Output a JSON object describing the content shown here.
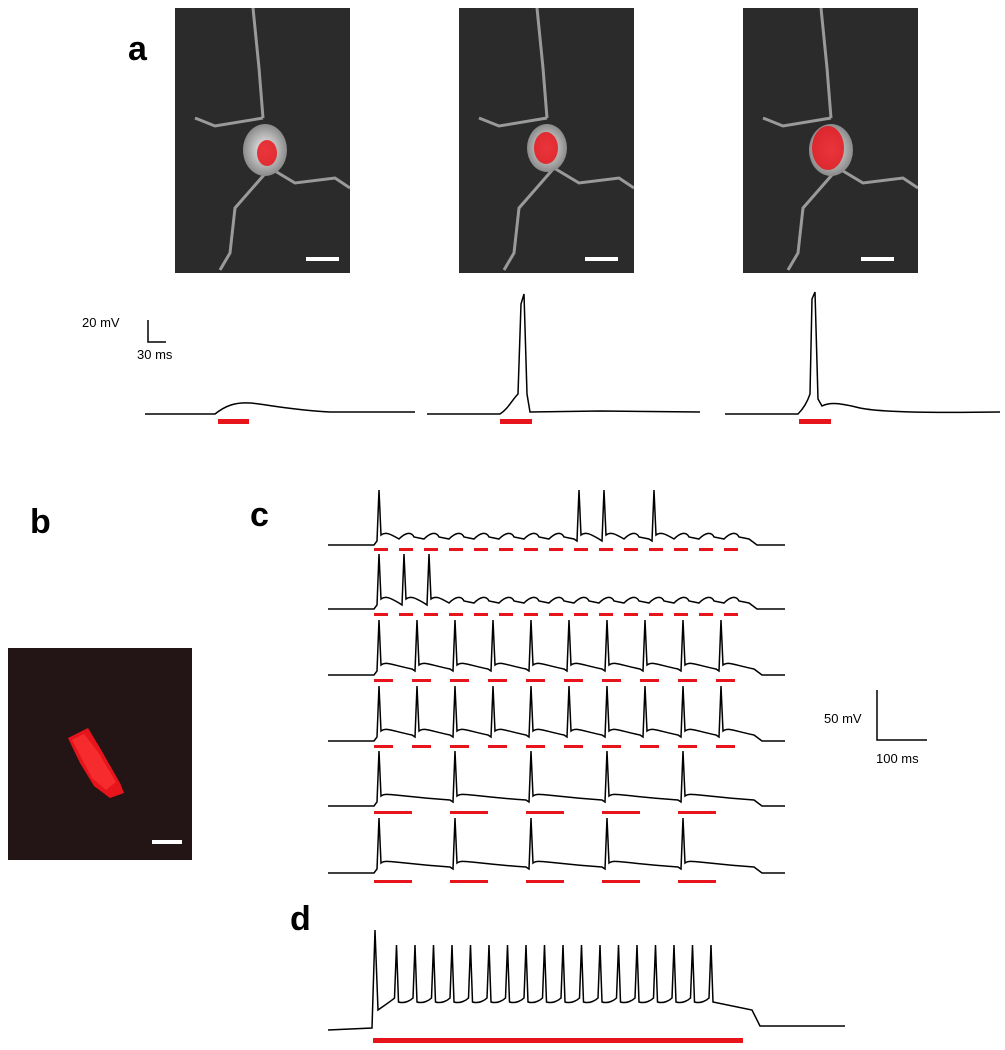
{
  "figure": {
    "panels": [
      {
        "letter": "a"
      },
      {
        "letter": "b"
      },
      {
        "letter": "c"
      },
      {
        "letter": "d"
      }
    ]
  },
  "scalebars": {
    "a": {
      "voltage": "20 mV",
      "time": "30 ms"
    },
    "c": {
      "voltage": "50 mV",
      "time": "100 ms"
    }
  },
  "colors": {
    "stimulus": "#e8141b",
    "trace": "#000000",
    "micrograph_bg": "#2b2b2b",
    "fluorescence_bg": "#231515",
    "cell_red": "#e8141b"
  },
  "panel_a": {
    "images": [
      {
        "overlay_size": "small"
      },
      {
        "overlay_size": "medium"
      },
      {
        "overlay_size": "large"
      }
    ],
    "traces": [
      {
        "response": "subthreshold"
      },
      {
        "response": "single spike"
      },
      {
        "response": "single spike"
      }
    ]
  },
  "panel_c": {
    "rows": [
      {
        "pulses": 15
      },
      {
        "pulses": 15
      },
      {
        "pulses": 10
      },
      {
        "pulses": 10
      },
      {
        "pulses": 5
      },
      {
        "pulses": 5
      }
    ]
  },
  "panel_d": {
    "spikes": 19
  }
}
